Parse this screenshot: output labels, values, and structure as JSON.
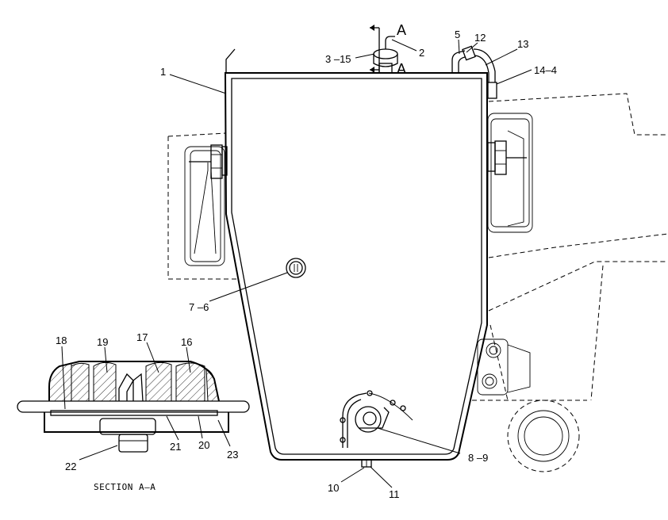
{
  "callouts": {
    "c1": "1",
    "c2": "2",
    "c3": "3 –15",
    "c5": "5",
    "c12": "12",
    "c13": "13",
    "c14": "14–4",
    "c7": "7 –6",
    "c8": "8 –9",
    "c10": "10",
    "c11": "11",
    "c16": "16",
    "c17": "17",
    "c18": "18",
    "c19": "19",
    "c20": "20",
    "c21": "21",
    "c22": "22",
    "c23": "23"
  },
  "section_marker": {
    "top": "A",
    "bottom": "A"
  },
  "section_caption": "SECTION A–A"
}
